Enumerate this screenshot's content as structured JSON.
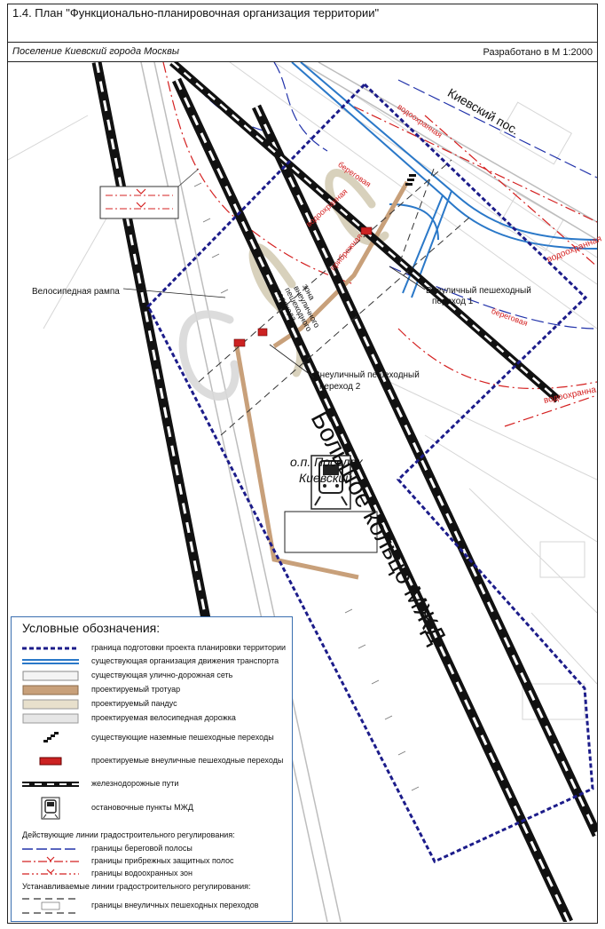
{
  "header": {
    "title": "1.4. План \"Функционально-планировочная организация территории\"",
    "settlement": "Поселение Киевский города Москвы",
    "scale": "Разработано в М 1:2000"
  },
  "map_labels": {
    "kievsky_pos": "Киевский пос.",
    "big_ring": "Большое кольцо МЖД",
    "station_name_line1": "о.п. Поселок",
    "station_name_line2": "Киевский",
    "bike_ramp": "Велосипедная рампа",
    "crossing1_line1": "Внеуличный пешеходный",
    "crossing1_line2": "переход 1",
    "crossing2_line1": "Внеуличный пешеходный",
    "crossing2_line2": "переход 2",
    "zone_line1": "зона",
    "zone_line2": "внеуличного",
    "zone_line3": "пешеходного",
    "zone_line4": "перехода",
    "vodookhrannaya": "водоохранная",
    "vodookhranna": "водоохранна",
    "beregovaya": "береговая",
    "pribrezhnaya": "прибрежная"
  },
  "legend": {
    "title": "Условные обозначения:",
    "items": [
      "граница подготовки проекта планировки территории",
      "существующая организация движения транспорта",
      "существующая улично-дорожная сеть",
      "проектируемый тротуар",
      "проектируемый пандус",
      "проектируемая велосипедная дорожка",
      "существующие наземные пешеходные переходы",
      "проектируемые внеуличные пешеходные переходы",
      "железнодорожные пути",
      "остановочные пункты МЖД"
    ],
    "existing_lines_title": "Действующие линии градостроительного регулирования:",
    "existing_lines": [
      "границы береговой полосы",
      "границы прибрежных защитных полос",
      "границы водоохранных зон"
    ],
    "new_lines_title": "Устанавливаемые линии градостроительного регулирования:",
    "new_lines": [
      "границы внеуличных пешеходных переходов"
    ]
  },
  "colors": {
    "boundary": "#1c1c8a",
    "transport": "#2a78c8",
    "sidewalk": "#c8a07a",
    "ramp": "#e8e0cc",
    "bike": "#e6e6e6",
    "crossing_new": "#cc2222",
    "water_line": "#d42020",
    "shore_line": "#2233aa"
  }
}
